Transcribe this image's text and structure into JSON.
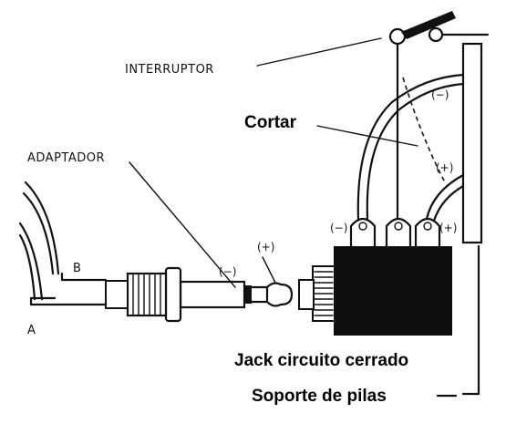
{
  "labels": {
    "interruptor": "INTERRUPTOR",
    "cortar": "Cortar",
    "adaptador": "ADAPTADOR",
    "jack": "Jack circuito cerrado",
    "soporte": "Soporte de pilas",
    "terminal_a": "A",
    "terminal_b": "B",
    "plug_minus": "(−)",
    "plug_plus": "(+)",
    "jack_minus": "(−)",
    "jack_plus": "(+)",
    "wire_minus": "(−)",
    "wire_plus": "(+)"
  }
}
